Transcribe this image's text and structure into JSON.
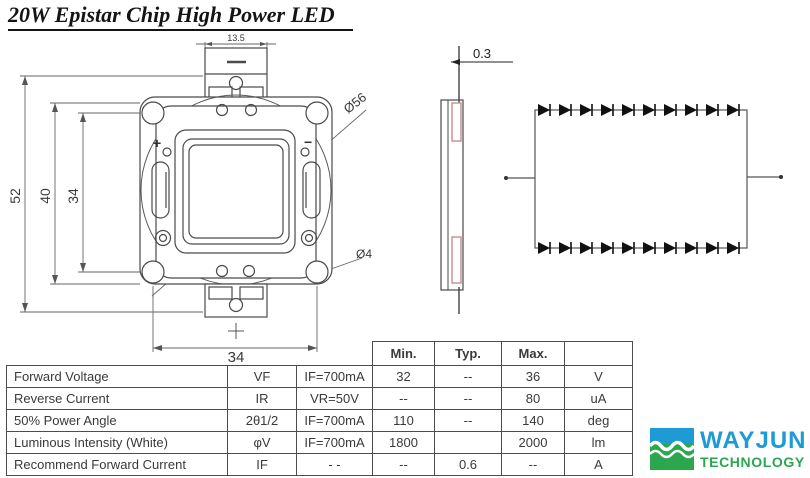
{
  "title": "20W Epistar Chip High Power LED",
  "front_view": {
    "dim_height_outer": "52",
    "dim_height_mid": "40",
    "dim_height_inner": "34",
    "dim_width_bottom": "34",
    "dim_tab_width": "13.5",
    "label_circle_dia": "Ø56",
    "label_hole_dia": "Ø4",
    "plus_mark": "+",
    "minus_mark": "−"
  },
  "side_view": {
    "dim_thickness": "0.3"
  },
  "circuit": {
    "type": "LED series-parallel array",
    "strings": 2,
    "diodes_per_string": 10
  },
  "table": {
    "col_headers": [
      "Min.",
      "Typ.",
      "Max."
    ],
    "rows": [
      {
        "param": "Forward Voltage",
        "symbol": "VF",
        "condition": "IF=700mA",
        "min": "32",
        "typ": "--",
        "max": "36",
        "unit": "V"
      },
      {
        "param": "Reverse Current",
        "symbol": "IR",
        "condition": "VR=50V",
        "min": "--",
        "typ": "--",
        "max": "80",
        "unit": "uA"
      },
      {
        "param": "50% Power Angle",
        "symbol": "2θ1/2",
        "condition": "IF=700mA",
        "min": "110",
        "typ": "--",
        "max": "140",
        "unit": "deg"
      },
      {
        "param": "Luminous Intensity   (White)",
        "symbol": "φV",
        "condition": "IF=700mA",
        "min": "1800",
        "typ": "",
        "max": "2000",
        "unit": "lm"
      },
      {
        "param": "Recommend Forward Current",
        "symbol": "IF",
        "condition": "- -",
        "min": "--",
        "typ": "0.6",
        "max": "--",
        "unit": "A"
      }
    ]
  },
  "logo": {
    "name": "WAYJUN",
    "sub": "TECHNOLOGY",
    "blue": "#1e9ad4",
    "green": "#2ca64f"
  }
}
